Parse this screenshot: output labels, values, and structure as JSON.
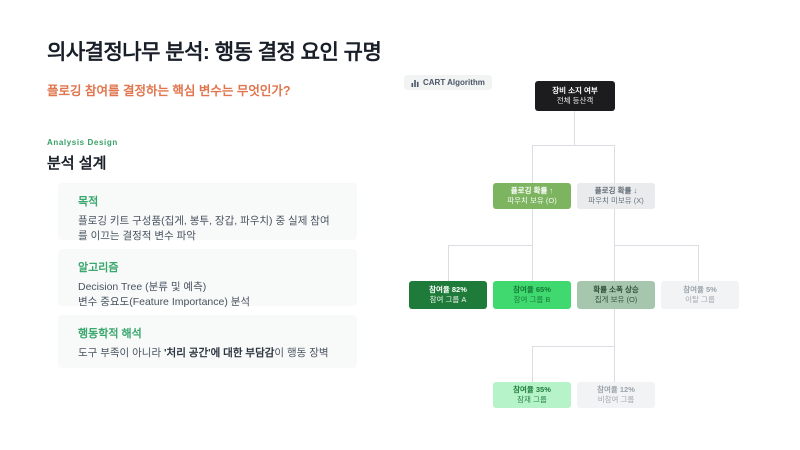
{
  "slide": {
    "title": "의사결정나무 분석: 행동 결정 요인 규명",
    "subtitle": "플로깅 참여를 결정하는 핵심 변수는 무엇인가?"
  },
  "left_panel": {
    "eyebrow": "Analysis Design",
    "heading": "분석 설계",
    "cards": [
      {
        "label": "목적",
        "body": "플로깅 키트 구성품(집게, 봉투, 장갑, 파우치) 중 실제 참여를 이끄는 결정적 변수 파악"
      },
      {
        "label": "알고리즘",
        "lines": [
          "Decision Tree (분류 및 예측)",
          "변수 중요도(Feature Importance) 분석"
        ]
      },
      {
        "label": "행동학적 해석",
        "prefix": "도구 부족이 아니라 ",
        "bold": "'처리 공간'에 대한 부담감",
        "suffix": "이 행동 장벽"
      }
    ]
  },
  "tree": {
    "badge_label": "CART Algorithm",
    "nodes": {
      "root": {
        "line1": "장비 소지 여부",
        "line2": "전체 등산객"
      },
      "pouch_yes": {
        "line1": "플로깅 확률 ↑",
        "line2": "파우치 보유 (O)"
      },
      "pouch_no": {
        "line1": "플로깅 확률 ↓",
        "line2": "파우치 미보유 (X)"
      },
      "group_a": {
        "line1": "참여율 82%",
        "line2": "참여 그룹 A"
      },
      "group_b": {
        "line1": "참여율 65%",
        "line2": "참여 그룹 B"
      },
      "tongs_yes": {
        "line1": "확률 소폭 상승",
        "line2": "집게 보유 (O)"
      },
      "churn": {
        "line1": "참여율 5%",
        "line2": "이탈 그룹"
      },
      "latent": {
        "line1": "참여율 35%",
        "line2": "잠재 그룹"
      },
      "non_participant": {
        "line1": "참여율 12%",
        "line2": "비참여 그룹"
      }
    }
  },
  "colors": {
    "accent_green": "#38a169",
    "subtitle_orange": "#e0764f",
    "node_root_bg": "#1c1c1e",
    "node_dark_green": "#1e7b39",
    "node_bright_green": "#40d970",
    "node_mid_green": "#7cb45f",
    "node_sage_green": "#a6c7ad",
    "node_mint_green": "#b7f3c9",
    "node_muted_gray": "#f1f3f4",
    "edge_gray": "#dadde1"
  }
}
